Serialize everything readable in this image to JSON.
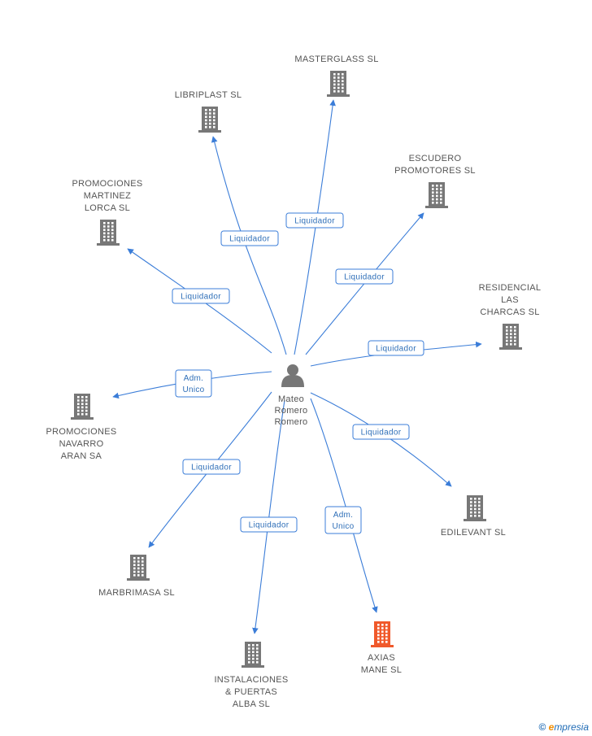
{
  "colors": {
    "edge": "#3b7dd8",
    "company": "#777777",
    "highlight": "#f0592b",
    "person": "#777777",
    "label_text": "#555555",
    "edge_label_text": "#2f6fb8",
    "edge_label_border": "#3b7dd8"
  },
  "center": {
    "name_lines": [
      "Mateo",
      "Romero",
      "Romero"
    ],
    "icon": "person-icon"
  },
  "companies": [
    {
      "id": "masterglass",
      "lines": [
        "MASTERGLASS SL"
      ],
      "highlight": false
    },
    {
      "id": "libriplast",
      "lines": [
        "LIBRIPLAST SL"
      ],
      "highlight": false
    },
    {
      "id": "escudero",
      "lines": [
        "ESCUDERO",
        "PROMOTORES SL"
      ],
      "highlight": false
    },
    {
      "id": "promo-martinez",
      "lines": [
        "PROMOCIONES",
        "MARTINEZ",
        "LORCA SL"
      ],
      "highlight": false
    },
    {
      "id": "residencial",
      "lines": [
        "RESIDENCIAL",
        "LAS",
        "CHARCAS SL"
      ],
      "highlight": false
    },
    {
      "id": "promo-navarro",
      "lines": [
        "PROMOCIONES",
        "NAVARRO",
        "ARAN SA"
      ],
      "highlight": false
    },
    {
      "id": "edilevant",
      "lines": [
        "EDILEVANT SL"
      ],
      "highlight": false
    },
    {
      "id": "marbrimasa",
      "lines": [
        "MARBRIMASA SL"
      ],
      "highlight": false
    },
    {
      "id": "axias",
      "lines": [
        "AXIAS",
        "MANE SL"
      ],
      "highlight": true
    },
    {
      "id": "instalaciones",
      "lines": [
        "INSTALACIONES",
        "& PUERTAS",
        "ALBA SL"
      ],
      "highlight": false
    }
  ],
  "edges": [
    {
      "target": "masterglass",
      "label_lines": [
        "Liquidador"
      ]
    },
    {
      "target": "libriplast",
      "label_lines": [
        "Liquidador"
      ]
    },
    {
      "target": "escudero",
      "label_lines": [
        "Liquidador"
      ]
    },
    {
      "target": "promo-martinez",
      "label_lines": [
        "Liquidador"
      ]
    },
    {
      "target": "residencial",
      "label_lines": [
        "Liquidador"
      ]
    },
    {
      "target": "promo-navarro",
      "label_lines": [
        "Adm.",
        "Unico"
      ]
    },
    {
      "target": "edilevant",
      "label_lines": [
        "Liquidador"
      ]
    },
    {
      "target": "marbrimasa",
      "label_lines": [
        "Liquidador"
      ]
    },
    {
      "target": "axias",
      "label_lines": [
        "Adm.",
        "Unico"
      ]
    },
    {
      "target": "instalaciones",
      "label_lines": [
        "Liquidador"
      ]
    }
  ],
  "footer": {
    "copyright_symbol": "©",
    "brand_initial": "e",
    "brand_rest": "mpresia"
  }
}
